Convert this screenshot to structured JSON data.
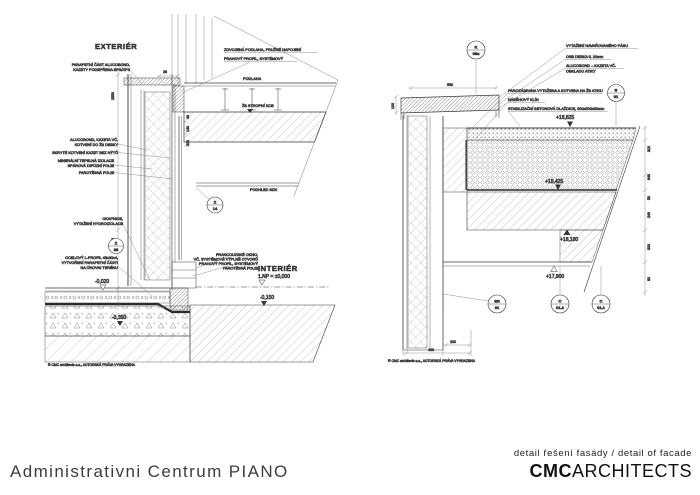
{
  "footer": {
    "project_title": "Administrativni Centrum PIANO",
    "drawing_title": "detail řešení fasády / detail of facade",
    "logo_bold": "CMC",
    "logo_rest": "ARCHITECTS"
  },
  "left": {
    "region_exterior": "EXTERIÉR",
    "region_interior": "INTERIÉR",
    "copyright": "© CMC architects a.s., AUTORSKÁ PRÁVA VYHRAZENA",
    "labels": {
      "parapet1": "PARAPETNÍ ČÁST ALUCOBOND,",
      "parapet2": "KAZETY PODEPŘENA EPS/XPS",
      "floor1": "ZDVOJENÁ PODLAHA, PRUŽNÉ NAPOJENÍ",
      "floor2": "PRAHOVÝ PROFIL, SYSTÉMOVÝ",
      "podlaha": "PODLAHA",
      "slab": "ŽB STROPNÍ KCE",
      "aluco1": "ALUCOBOND, KAZETA VČ.",
      "aluco2": "KOTVENÍ DO ŽB DESKY",
      "skryte": "SKRYTÉ KOTVENÍ KAZET BEZ NÝTŮ",
      "izolace1": "MINERÁLNÍ TEPELNÁ IZOLACE",
      "izolace2": "SPÁROVÁ DIFÚZNÍ FOLIE",
      "parotesna": "PAROTĚSNÁ FOLIE",
      "podhled": "PODHLED SDK",
      "okapnice1": "OKAPNICE,",
      "okapnice2": "VYTAŽENÍ HYDROIZOLACE",
      "lprofil1": "OCELOVÝ L-PROFIL 45x30x4,",
      "lprofil2": "VYTVOŘENÍ PARAPETNÍ ČÁSTI",
      "lprofil3": "NA ÚROVNI TERÉNU",
      "okno1": "FRANCOUZSKÉ OKNO,",
      "okno2": "VČ. SYSTÉMOVÉ VÝPLNĚ OTVORŮ",
      "okno3": "PRAHOVÝ PROFIL, SYSTÉMOVÝ",
      "okno4": "PAROTĚSNÁ FOLIE"
    },
    "levels": {
      "np": "1.NP  =  ±0,000",
      "l020": "-0,020",
      "l150": "-0,150",
      "l350": "-0,350"
    },
    "markers": {
      "z14a": "Z",
      "z14b": "14",
      "z38a": "Z",
      "z38b": "38"
    },
    "dims": {
      "d2550": "2550",
      "d580": "580",
      "d28": "28",
      "d40": "40",
      "d140": "140",
      "d200": "200"
    }
  },
  "right": {
    "copyright": "© CMC architects a.s., AUTORSKÁ PRÁVA VYHRAZENA",
    "labels": {
      "cap1": "VYTAŽENÍ NAVAŘOVANÉHO PÁSU",
      "cap2": "OSB DESKA tl. 20mm",
      "cap3": "ALUCOBOND – KAZETA VČ.",
      "cap4": "OBKLADU ATIKY",
      "roof1": "PAROZÁBRANA VYTAŽENA A KOTVENA NA ŽB ATIKU",
      "roof2": "NÁBĚHOVÝ KLÍN",
      "roof3": "STABILIZAČNÍ BETONOVÁ DLAŽDICE, 500x500x50mm"
    },
    "levels": {
      "l18825": "+18,825",
      "l18425": "+18,425",
      "l18180": "+18,180",
      "l17900": "+17,900"
    },
    "markers": {
      "k1": "K",
      "k2": "05a",
      "s1": "S",
      "s2": "01",
      "sn1": "SN",
      "sn2": "01",
      "c12a": "C",
      "c12b": "01.2",
      "c11a": "C",
      "c11b": "01.1"
    },
    "dims": {
      "d550": "550",
      "d100": "100",
      "d310": "310",
      "d640": "640",
      "d50": "50",
      "d240": "240",
      "d300": "300",
      "d80": "80",
      "d200": "200",
      "d400": "400"
    }
  }
}
